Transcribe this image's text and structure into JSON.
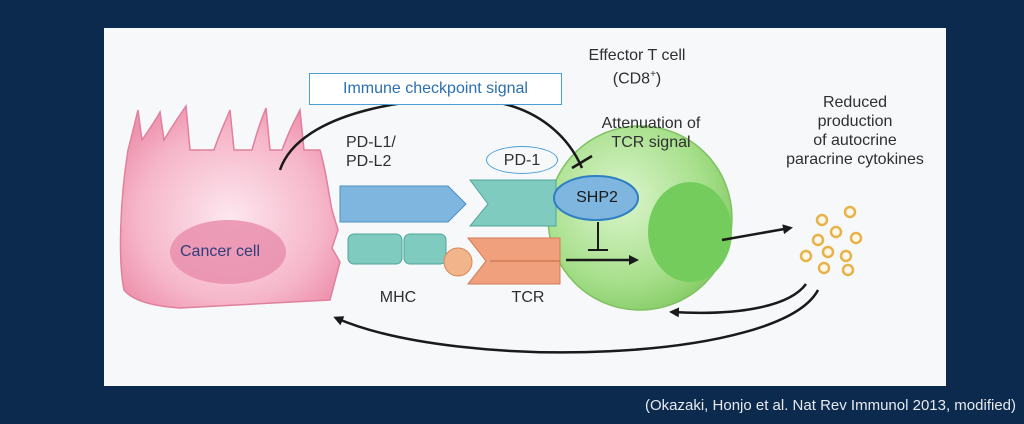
{
  "labels": {
    "effector_line1": "Effector T cell",
    "effector_line2": "(CD8",
    "effector_sup": "+",
    "effector_close": ")",
    "checkpoint_signal": "Immune checkpoint signal",
    "pdl": "PD-L1/\nPD-L2",
    "pd1": "PD-1",
    "attenuation": "Attenuation of\nTCR signal",
    "shp2": "SHP2",
    "reduced": "Reduced\nproduction\nof autocrine\nparacrine cytokines",
    "cancer_cell": "Cancer cell",
    "mhc": "MHC",
    "tcr": "TCR"
  },
  "citation": "(Okazaki, Honjo et al. Nat Rev Immunol 2013, modified)",
  "colors": {
    "background": "#0b2a4d",
    "panel": "#f7f8fa",
    "cancer_cell": "#f4a9bf",
    "t_cell": "#a6df8a",
    "pdl_receptor": "#7fb6e0",
    "mhc": "#7fcbbf",
    "tcr": "#f0a07c",
    "cytokines": "#e8b24a"
  }
}
